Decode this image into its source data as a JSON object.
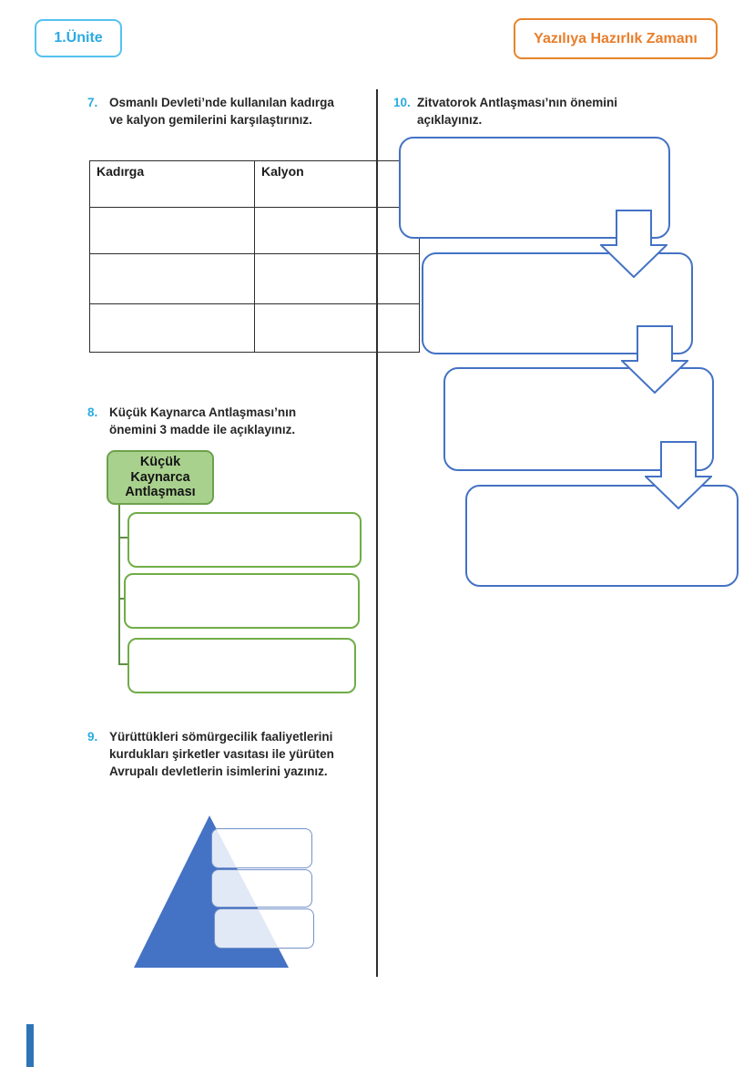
{
  "header": {
    "unit_badge": "1.Ünite",
    "prep_badge": "Yazılıya Hazırlık Zamanı"
  },
  "questions": {
    "q7": {
      "number": "7.",
      "lines": [
        "Osmanlı Devleti’nde kullanılan kadırga",
        "ve kalyon gemilerini karşılaştırınız."
      ],
      "table": {
        "headers": [
          "Kadırga",
          "Kalyon"
        ],
        "empty_body_rows": 3
      }
    },
    "q8": {
      "number": "8.",
      "lines": [
        "Küçük Kaynarca Antlaşması’nın",
        "önemini 3 madde ile açıklayınız."
      ],
      "diagram": {
        "type": "labeled-list",
        "root_label_lines": [
          "Küçük",
          "Kaynarca",
          "Antlaşması"
        ],
        "empty_answer_boxes": 3
      }
    },
    "q9": {
      "number": "9.",
      "lines": [
        "Yürüttükleri sömürgecilik faaliyetlerini",
        "kurdukları şirketler vasıtası ile yürüten",
        "Avrupalı devletlerin isimlerini yazınız."
      ],
      "diagram": {
        "type": "pyramid-list",
        "empty_answer_boxes": 3
      }
    },
    "q10": {
      "number": "10.",
      "lines": [
        "Zitvatorok Antlaşması’nın önemini",
        "açıklayınız."
      ],
      "diagram": {
        "type": "arrow-flow",
        "empty_answer_boxes": 4
      }
    }
  },
  "colors": {
    "question_number_blue": "#29ABE2",
    "unit_badge_blue": "#29ABE2",
    "prep_badge_orange": "#E87E2B",
    "flow_diagram_blue": "#4472C4",
    "green_border": "#70AD47",
    "green_fill": "#A9D18E",
    "body_text": "#262626"
  }
}
